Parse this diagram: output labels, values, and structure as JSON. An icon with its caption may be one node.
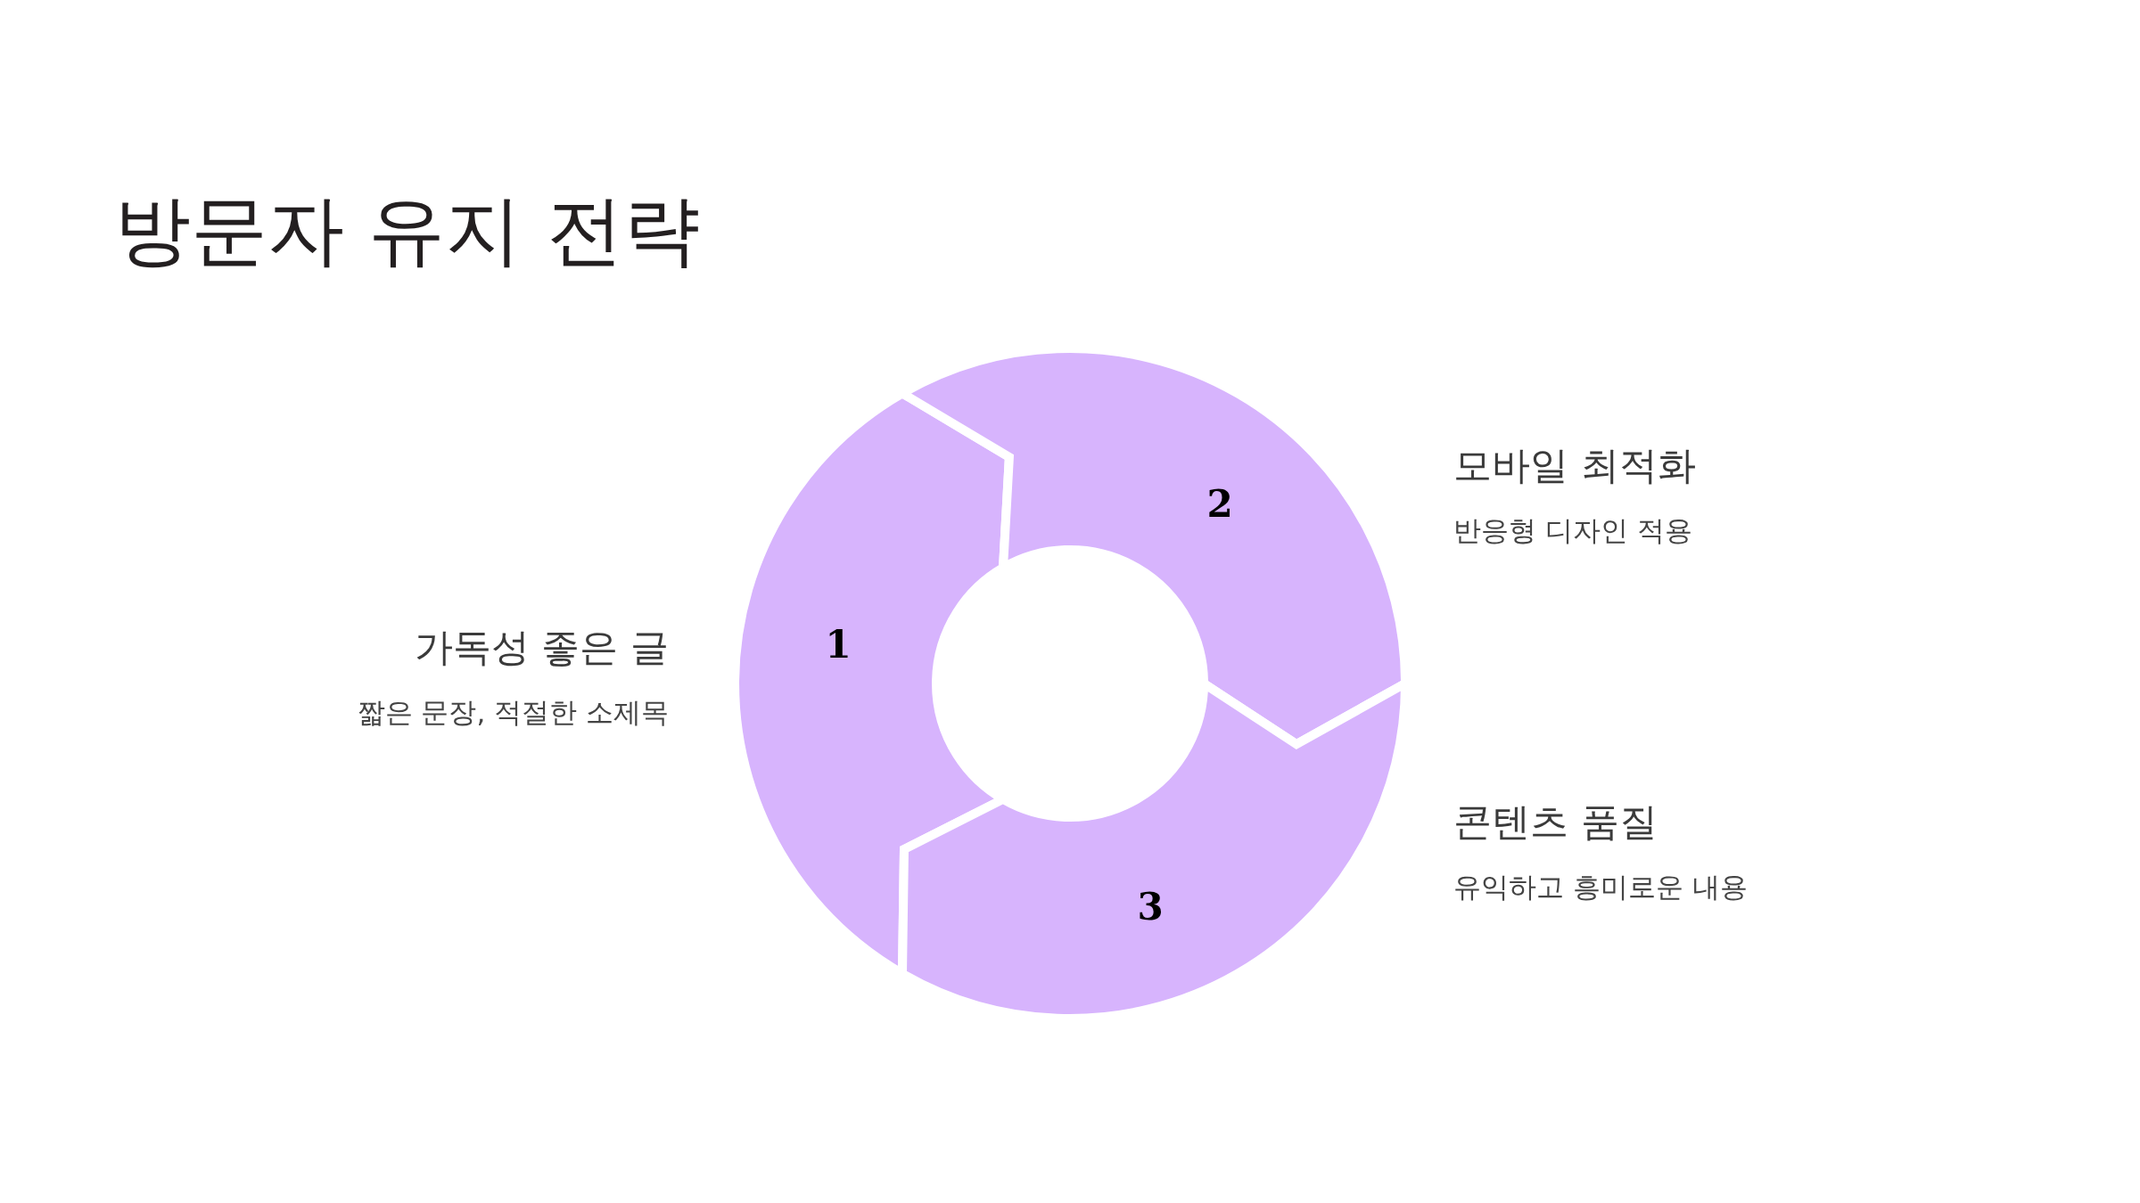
{
  "diagram": {
    "title": "방문자 유지 전략",
    "nodes": [
      {
        "text": [
          "1"
        ],
        "beside": [
          "가독성 좋은 글",
          "짧은 문장, 적절한 소제목"
        ]
      },
      {
        "text": [
          "2"
        ],
        "beside": [
          "모바일 최적화",
          "반응형 디자인 적용"
        ]
      },
      {
        "text": [
          "3"
        ],
        "beside": [
          "콘텐츠 품질",
          "유익하고 흥미로운 내용"
        ]
      }
    ]
  }
}
